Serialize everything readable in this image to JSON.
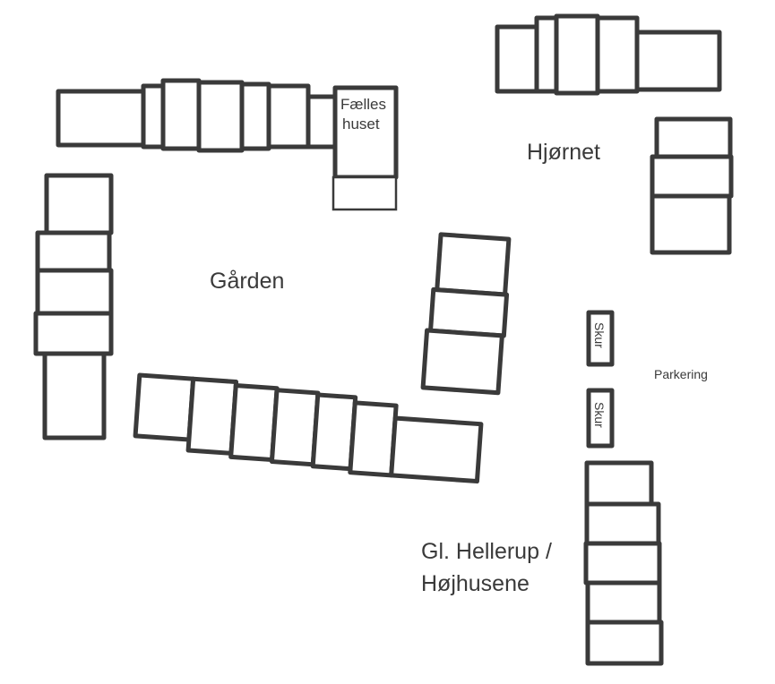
{
  "map": {
    "labels": {
      "garden": "Gården",
      "corner": "Hjørnet",
      "community_house_line1": "Fælles",
      "community_house_line2": "huset",
      "parking": "Parkering",
      "shed_1": "Skur",
      "shed_2": "Skur",
      "gl_hellerup_line1": "Gl. Hellerup /",
      "gl_hellerup_line2": "Højhusene"
    },
    "colors": {
      "outline": "#3a3a3a",
      "background": "#ffffff"
    }
  }
}
